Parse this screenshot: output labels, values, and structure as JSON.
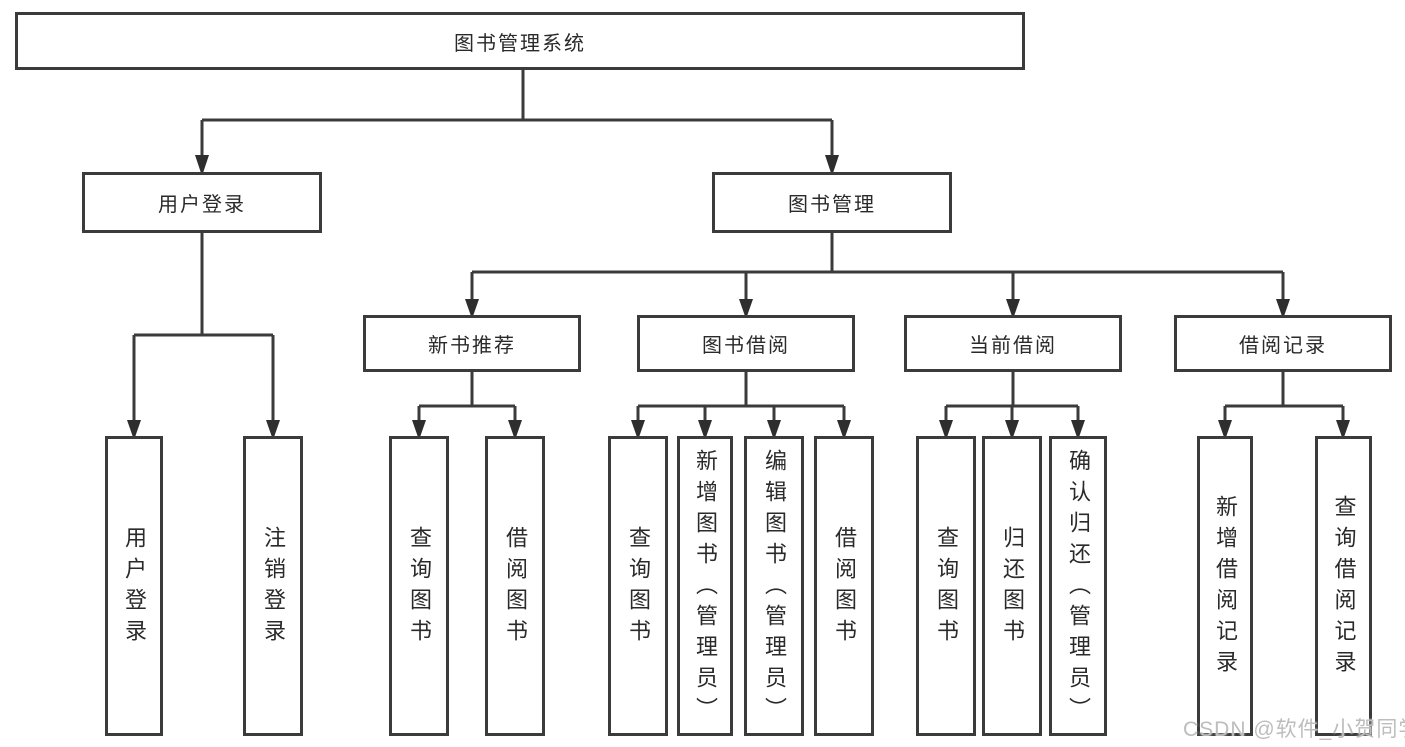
{
  "tree": {
    "label": "图书管理系统",
    "children": [
      {
        "label": "用户登录",
        "children": [
          {
            "label": "用户登录"
          },
          {
            "label": "注销登录"
          }
        ]
      },
      {
        "label": "图书管理",
        "children": [
          {
            "label": "新书推荐",
            "children": [
              {
                "label": "查询图书"
              },
              {
                "label": "借阅图书"
              }
            ]
          },
          {
            "label": "图书借阅",
            "children": [
              {
                "label": "查询图书"
              },
              {
                "label": "新增图书（管理员）"
              },
              {
                "label": "编辑图书（管理员）"
              },
              {
                "label": "借阅图书"
              }
            ]
          },
          {
            "label": "当前借阅",
            "children": [
              {
                "label": "查询图书"
              },
              {
                "label": "归还图书"
              },
              {
                "label": "确认归还（管理员）"
              }
            ]
          },
          {
            "label": "借阅记录",
            "children": [
              {
                "label": "新增借阅记录"
              },
              {
                "label": "查询借阅记录"
              }
            ]
          }
        ]
      }
    ]
  },
  "watermark": {
    "text": "CSDN @软件_小贺同学"
  },
  "colors": {
    "line": "#3b3b3b",
    "box_border": "#3b3b3b",
    "text": "#2a2a2a",
    "background": "#ffffff",
    "watermark": "#bdbdbd"
  }
}
